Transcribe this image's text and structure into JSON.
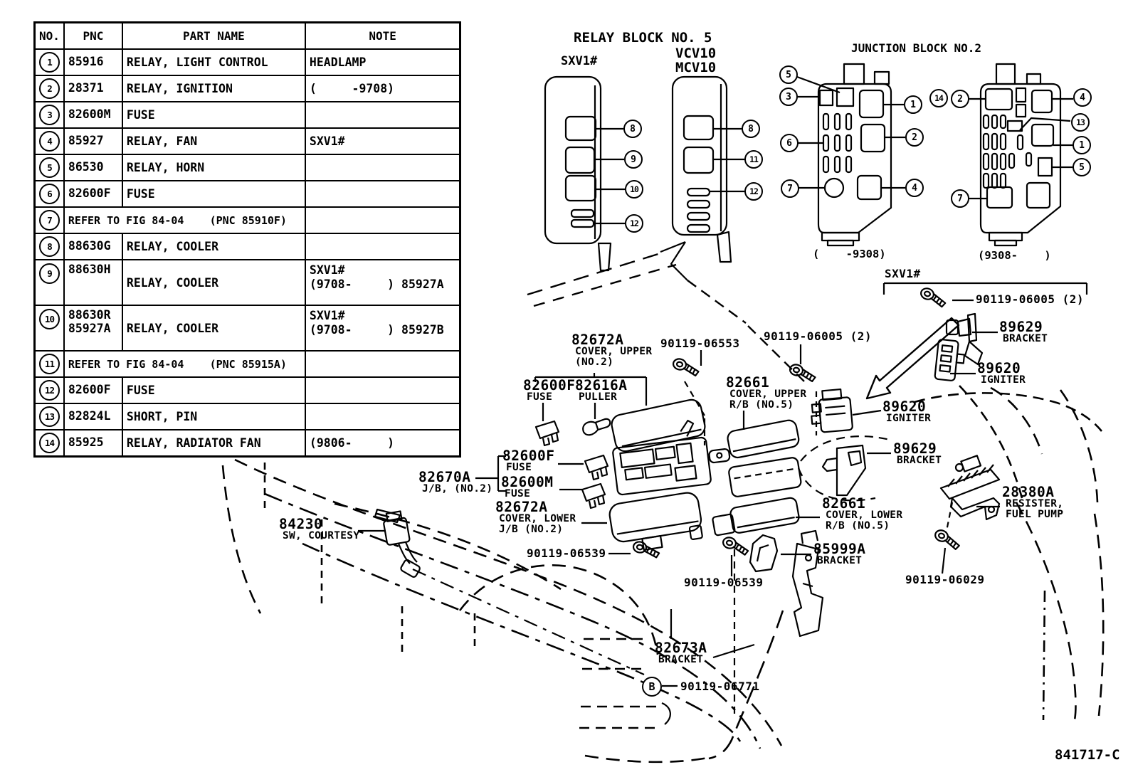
{
  "doc": {
    "footer_code": "841717-C"
  },
  "parts_table": {
    "headers": [
      "NO.",
      "PNC",
      "PART NAME",
      "NOTE"
    ],
    "rows": [
      {
        "no": "1",
        "pnc": "85916",
        "name": "RELAY, LIGHT CONTROL",
        "note": "HEADLAMP"
      },
      {
        "no": "2",
        "pnc": "28371",
        "name": "RELAY, IGNITION",
        "note": "(     -9708)"
      },
      {
        "no": "3",
        "pnc": "82600M",
        "name": "FUSE",
        "note": ""
      },
      {
        "no": "4",
        "pnc": "85927",
        "name": "RELAY, FAN",
        "note": "SXV1#"
      },
      {
        "no": "5",
        "pnc": "86530",
        "name": "RELAY, HORN",
        "note": ""
      },
      {
        "no": "6",
        "pnc": "82600F",
        "name": "FUSE",
        "note": ""
      },
      {
        "no": "7",
        "refer": "REFER TO FIG 84-04    (PNC 85910F)"
      },
      {
        "no": "8",
        "pnc": "88630G",
        "name": "RELAY, COOLER",
        "note": ""
      },
      {
        "no": "9",
        "pnc": "88630H",
        "name": "RELAY, COOLER",
        "note": "SXV1#\n(9708-     ) 85927A"
      },
      {
        "no": "10",
        "pnc": "88630R\n85927A",
        "name": "RELAY, COOLER",
        "note": "SXV1#\n(9708-     ) 85927B"
      },
      {
        "no": "11",
        "refer": "REFER TO FIG 84-04    (PNC 85915A)"
      },
      {
        "no": "12",
        "pnc": "82600F",
        "name": "FUSE",
        "note": ""
      },
      {
        "no": "13",
        "pnc": "82824L",
        "name": "SHORT, PIN",
        "note": ""
      },
      {
        "no": "14",
        "pnc": "85925",
        "name": "RELAY, RADIATOR FAN",
        "note": "(9806-     )"
      }
    ]
  },
  "relay_block": {
    "title": "RELAY BLOCK NO. 5",
    "left_variant": "SXV1#",
    "right_variant": "VCV10\nMCV10",
    "left_callouts": [
      "8",
      "9",
      "10",
      "12"
    ],
    "right_callouts": [
      "8",
      "11",
      "12"
    ]
  },
  "junction_block": {
    "title": "JUNCTION BLOCK NO.2",
    "left_block": {
      "caption": "(    -9308)",
      "callouts_left": [
        "5",
        "3",
        "6",
        "7"
      ],
      "callouts_right": [
        "1",
        "2",
        "4"
      ]
    },
    "right_block": {
      "caption": "(9308-    )",
      "callouts_left": [
        "14",
        "2",
        "7"
      ],
      "callouts_right": [
        "4",
        "13",
        "1",
        "5"
      ]
    }
  },
  "fastener_b": {
    "letter": "B"
  },
  "diagram_labels": {
    "variant_bracket": {
      "lines": [
        "SXV1#"
      ]
    },
    "l82672a_up": {
      "lines": [
        "82672A",
        "COVER, UPPER",
        "(NO.2)"
      ]
    },
    "l06553": {
      "lines": [
        "90119-06553"
      ]
    },
    "l06005a": {
      "lines": [
        "90119-06005 (2)"
      ]
    },
    "l06005b": {
      "lines": [
        "90119-06005 (2)"
      ]
    },
    "l89629_1": {
      "lines": [
        "89629",
        "BRACKET"
      ]
    },
    "l89620_1": {
      "lines": [
        "89620",
        "IGNITER"
      ]
    },
    "l82661_up": {
      "lines": [
        "82661",
        "COVER, UPPER",
        "R/B (NO.5)"
      ]
    },
    "l89620_2": {
      "lines": [
        "89620",
        "IGNITER"
      ]
    },
    "l89629_2": {
      "lines": [
        "89629",
        "BRACKET"
      ]
    },
    "l82600f_1": {
      "lines": [
        "82600F",
        "FUSE"
      ]
    },
    "l82616a": {
      "lines": [
        "82616A",
        "PULLER"
      ]
    },
    "l82670a": {
      "lines": [
        "82670A",
        "J/B, (NO.2)"
      ]
    },
    "l82600f_2": {
      "lines": [
        "82600F",
        "FUSE"
      ]
    },
    "l82600m": {
      "lines": [
        "82600M",
        "FUSE"
      ]
    },
    "l82672a_low": {
      "lines": [
        "82672A",
        "COVER, LOWER",
        "J/B (NO.2)"
      ]
    },
    "l06539a": {
      "lines": [
        "90119-06539"
      ]
    },
    "l84230": {
      "lines": [
        "84230",
        "SW, COURTESY"
      ]
    },
    "l82661_low": {
      "lines": [
        "82661",
        "COVER, LOWER",
        "R/B (NO.5)"
      ]
    },
    "l85999a": {
      "lines": [
        "85999A",
        "BRACKET"
      ]
    },
    "l06539b": {
      "lines": [
        "90119-06539"
      ]
    },
    "l06029": {
      "lines": [
        "90119-06029"
      ]
    },
    "l28380a": {
      "lines": [
        "28380A",
        "RESISTER,",
        "FUEL PUMP"
      ]
    },
    "l82673a": {
      "lines": [
        "82673A",
        "BRACKET"
      ]
    },
    "l06771": {
      "lines": [
        "90119-06771"
      ]
    }
  }
}
